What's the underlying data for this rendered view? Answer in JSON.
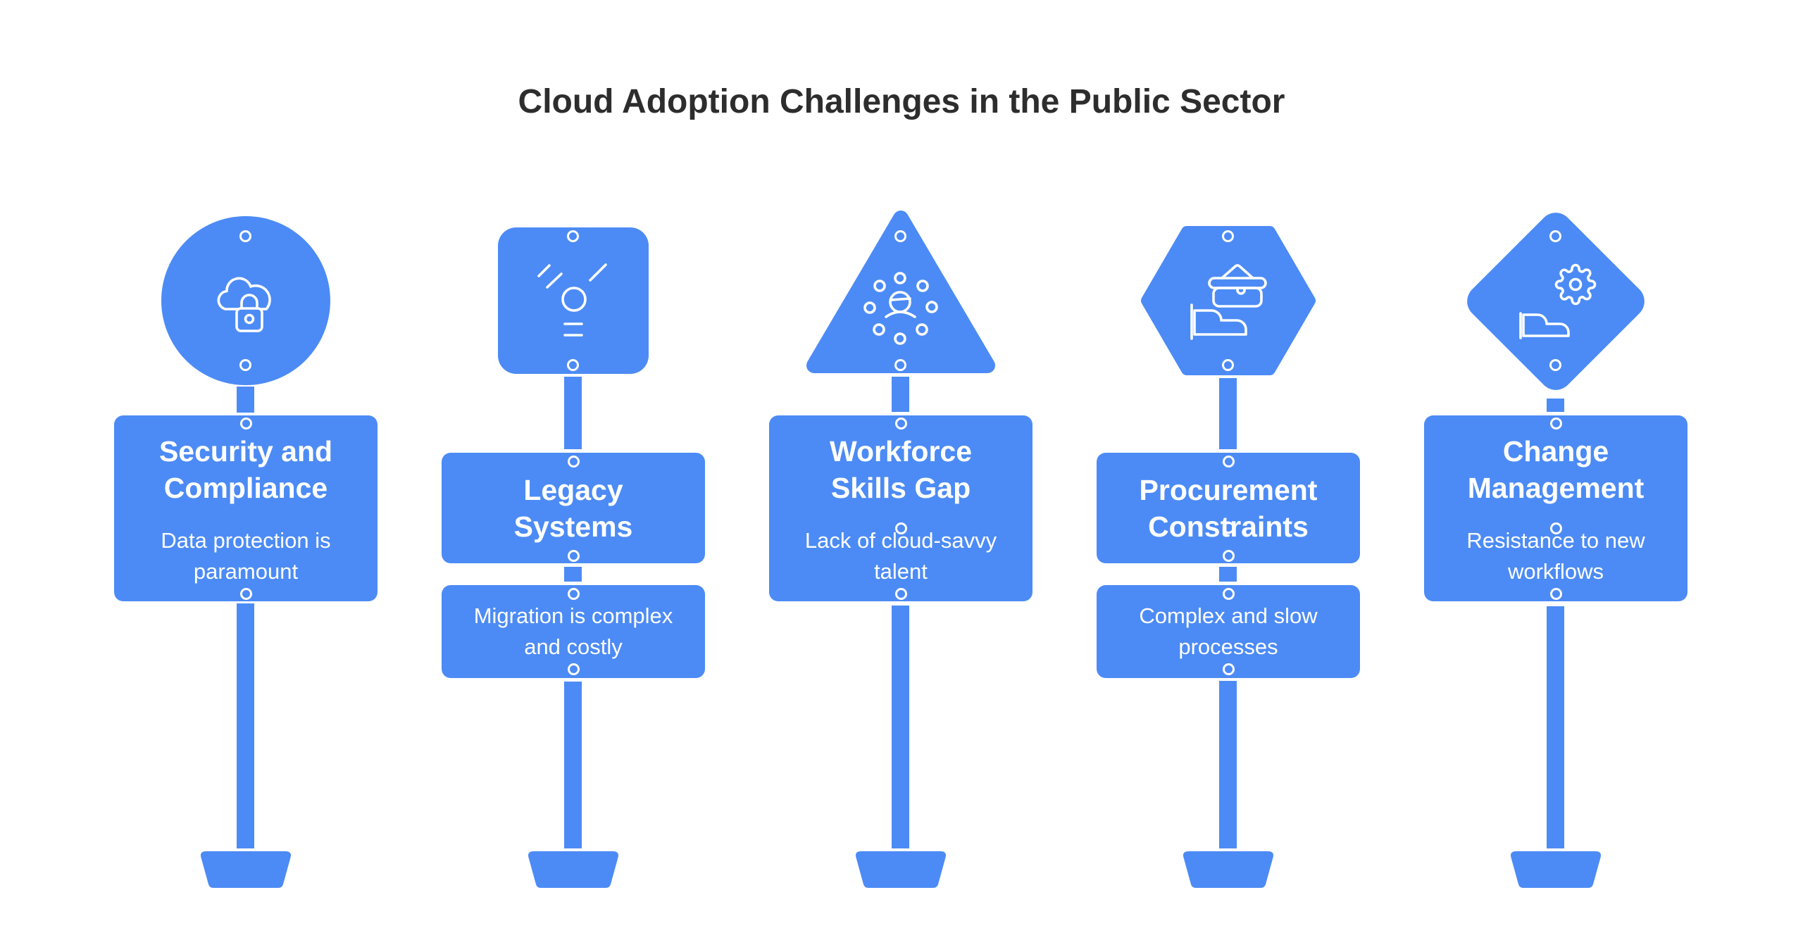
{
  "title": "Cloud Adoption Challenges in the Public Sector",
  "colors": {
    "accent_blue": "#4C8BF5",
    "heading_text": "#2D2D2D",
    "board_text": "#FFFFFF",
    "background": "#FFFFFF"
  },
  "signs": [
    {
      "shape": "circle",
      "icon": "cloud-lock-icon",
      "title": "Security and\nCompliance",
      "description": "Data protection is\nparamount"
    },
    {
      "shape": "rounded-square",
      "icon": "lightbulb-rays-icon",
      "title": "Legacy\nSystems",
      "description": "Migration is complex\nand costly"
    },
    {
      "shape": "triangle",
      "icon": "person-network-icon",
      "title": "Workforce\nSkills Gap",
      "description": "Lack of cloud-savvy\ntalent"
    },
    {
      "shape": "hexagon",
      "icon": "hand-briefcase-icon",
      "title": "Procurement\nConstraints",
      "description": "Complex and slow\nprocesses"
    },
    {
      "shape": "diamond",
      "icon": "hand-gear-icon",
      "title": "Change\nManagement",
      "description": "Resistance to new\nworkflows"
    }
  ]
}
